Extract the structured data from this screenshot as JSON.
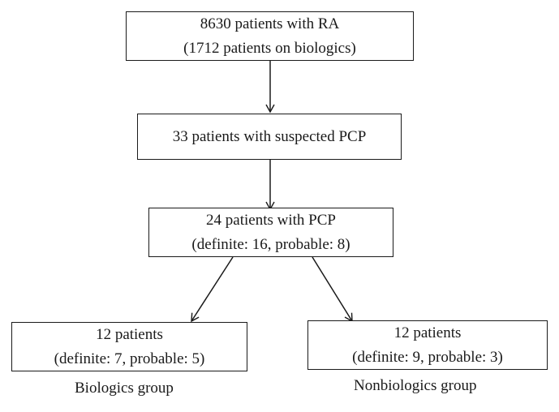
{
  "flowchart": {
    "box_total": {
      "line1": "8630 patients with RA",
      "line2": "(1712 patients on biologics)"
    },
    "box_suspected": {
      "line1": "33 patients with suspected PCP"
    },
    "box_pcp": {
      "line1": "24 patients with PCP",
      "line2": "(definite: 16, probable: 8)"
    },
    "box_biologics": {
      "line1": "12 patients",
      "line2": "(definite: 7, probable: 5)"
    },
    "box_nonbiologics": {
      "line1": "12 patients",
      "line2": "(definite: 9, probable: 3)"
    },
    "label_biologics": "Biologics group",
    "label_nonbiologics": "Nonbiologics group"
  }
}
